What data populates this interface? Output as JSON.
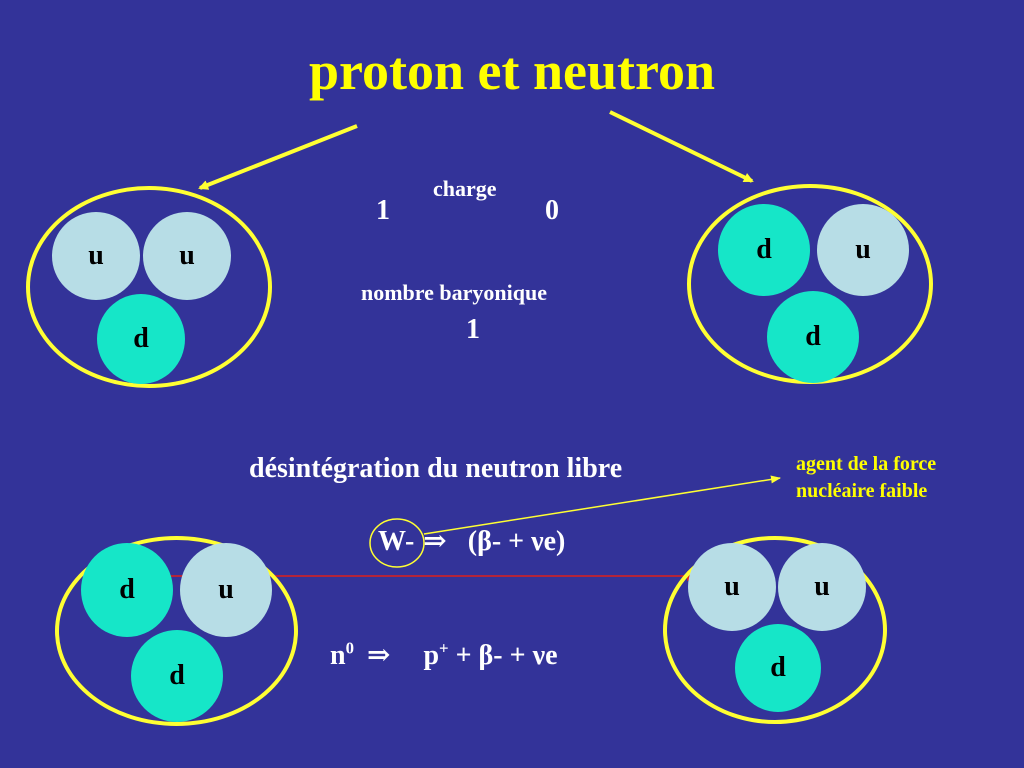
{
  "title": "proton et neutron",
  "charge": {
    "label": "charge",
    "proton_value": "1",
    "neutron_value": "0"
  },
  "baryon": {
    "label": "nombre baryonique",
    "value": "1"
  },
  "decay": {
    "heading": "désintégration du neutron libre",
    "boson": "W-",
    "arrow": "⇒",
    "boson_products": "(β- + νe)",
    "reaction_n": "n",
    "reaction_n_sup": "0",
    "reaction_arrow": "⇒",
    "reaction_p": "p",
    "reaction_p_sup": "+",
    "reaction_rest": " + β- + νe"
  },
  "annotation": {
    "line1": "agent de la force",
    "line2": "nucléaire faible"
  },
  "particles": {
    "proton_top": [
      "u",
      "u",
      "d"
    ],
    "neutron_top": [
      "d",
      "u",
      "d"
    ],
    "neutron_bottom": [
      "d",
      "u",
      "d"
    ],
    "proton_bottom": [
      "u",
      "u",
      "d"
    ]
  },
  "colors": {
    "background": "#333399",
    "title": "#ffff00",
    "ring": "#ffff33",
    "quark_u": "#b7dde6",
    "quark_d": "#16e6c8",
    "decay_arrow": "#e0201a",
    "annotation": "#ffff00"
  }
}
